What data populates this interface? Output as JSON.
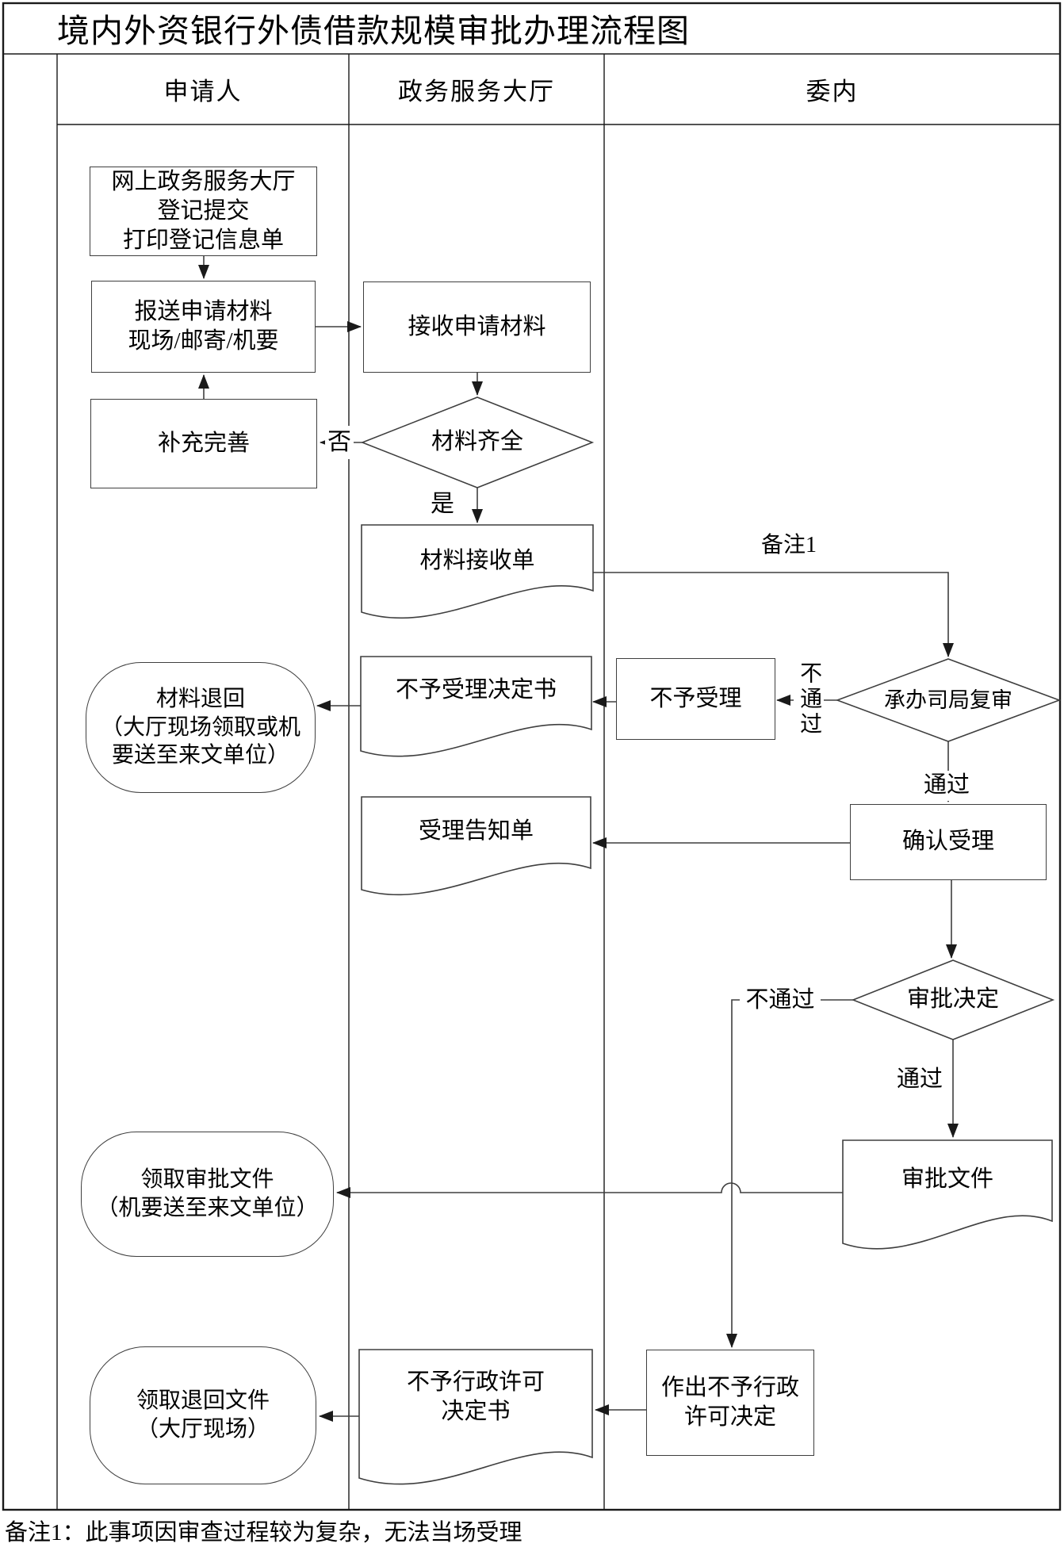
{
  "title": "境内外资银行外债借款规模审批办理流程图",
  "lanes": {
    "applicant": "申请人",
    "service_hall": "政务服务大厅",
    "commission": "委内"
  },
  "nodes": {
    "online_register": "网上政务服务大厅\n登记提交\n打印登记信息单",
    "submit_materials": "报送申请材料\n现场/邮寄/机要",
    "receive_materials": "接收申请材料",
    "materials_complete": "材料齐全",
    "supplement": "补充完善",
    "receipt_form": "材料接收单",
    "bureau_review": "承办司局复审",
    "not_accepted": "不予受理",
    "rejection_decision_doc": "不予受理决定书",
    "materials_returned": "材料退回\n（大厅现场领取或机\n要送至来文单位）",
    "confirm_acceptance": "确认受理",
    "acceptance_notice": "受理告知单",
    "approval_decision": "审批决定",
    "approval_doc": "审批文件",
    "collect_approval_doc": "领取审批文件\n（机要送至来文单位）",
    "deny_permit_decision": "作出不予行政\n许可决定",
    "deny_permit_doc": "不予行政许可\n决定书",
    "collect_returned_doc": "领取退回文件\n（大厅现场）"
  },
  "edge_labels": {
    "no": "否",
    "yes": "是",
    "remark1": "备注1",
    "review_fail": "不通过",
    "review_pass": "通过",
    "decision_fail": "不通过",
    "decision_pass": "通过"
  },
  "footnote": "备注1：此事项因审查过程较为复杂，无法当场受理",
  "colors": {
    "line": "#3f3f3f",
    "border": "#1a1a1a",
    "background": "#ffffff",
    "text": "#000000"
  }
}
